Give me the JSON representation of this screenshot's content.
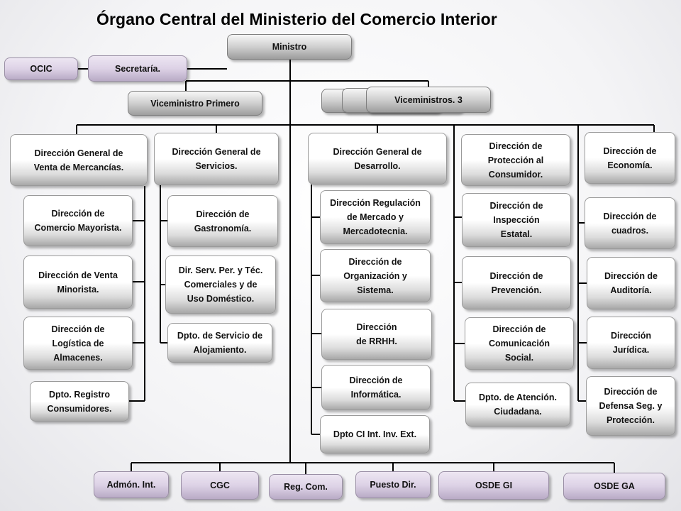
{
  "title": "Órgano Central del Ministerio del Comercio Interior",
  "ministro": "Ministro",
  "secretaria": "Secretaría.",
  "ocic": "OCIC",
  "viceministro_primero": "Viceministro Primero",
  "viceministros": "Viceministros. 3",
  "col1": {
    "head": "Dirección General de\nVenta de Mercancías.",
    "items": [
      "Dirección de\nComercio Mayorista.",
      "Dirección de Venta\nMinorista.",
      "Dirección de\nLogística de\nAlmacenes.",
      "Dpto. Registro\nConsumidores."
    ]
  },
  "col2": {
    "head": "Dirección General de\nServicios.",
    "items": [
      "Dirección de\nGastronomía.",
      "Dir. Serv. Per. y Téc.\nComerciales y de\nUso Doméstico.",
      "Dpto. de Servicio de\nAlojamiento."
    ]
  },
  "col3": {
    "head": "Dirección General de\nDesarrollo.",
    "items": [
      "Dirección Regulación\nde Mercado y\nMercadotecnia.",
      "Dirección de\nOrganización y\nSistema.",
      "Dirección\nde RRHH.",
      "Dirección de\nInformática.",
      "Dpto CI Int. Inv. Ext."
    ]
  },
  "col4": {
    "head": "Dirección de\nProtección al\nConsumidor.",
    "items": [
      "Dirección de\nInspección\nEstatal.",
      "Dirección de\nPrevención.",
      "Dirección de\nComunicación\nSocial.",
      "Dpto. de Atención.\nCiudadana."
    ]
  },
  "col5": {
    "head": "Dirección de\nEconomía.",
    "items": [
      "Dirección de\ncuadros.",
      "Dirección de\nAuditoría.",
      "Dirección\nJurídica.",
      "Dirección de\nDefensa Seg. y\nProtección."
    ]
  },
  "bottom": [
    "Admón. Int.",
    "CGC",
    "Reg. Com.",
    "Puesto Dir.",
    "OSDE GI",
    "OSDE GA"
  ]
}
